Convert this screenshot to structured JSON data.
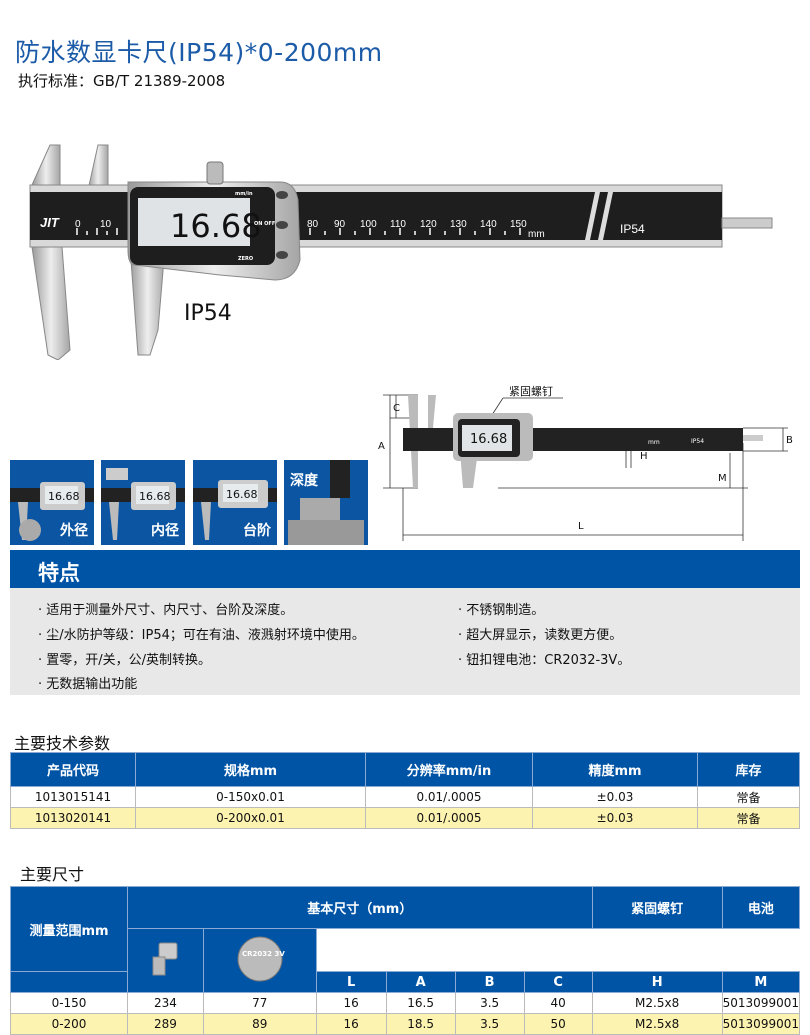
{
  "header": {
    "title": "防水数显卡尺(IP54)*0-200mm",
    "standard": "执行标准：GB/T 21389-2008"
  },
  "product_image": {
    "brand_mark": "JIT",
    "display_reading": "16.68",
    "scale_labels": [
      "0",
      "10",
      "80",
      "90",
      "100",
      "110",
      "120",
      "130",
      "140",
      "150"
    ],
    "scale_unit": "mm",
    "button_labels": {
      "unit": "mm/in",
      "power": "ON OFF",
      "zero": "ZERO"
    },
    "beam_label": "IP54",
    "caption": "IP54"
  },
  "usage_thumbnails": [
    {
      "label": "外径",
      "reading": "16.68"
    },
    {
      "label": "内径",
      "reading": "16.68"
    },
    {
      "label": "台阶",
      "reading": "16.68"
    },
    {
      "label": "深度"
    }
  ],
  "dimension_diagram": {
    "callout": "紧固螺钉",
    "reading": "16.68",
    "beam_label": "IP54",
    "unit": "mm",
    "dims": {
      "A": "A",
      "B": "B",
      "C": "C",
      "H": "H",
      "M": "M",
      "L": "L"
    }
  },
  "features": {
    "heading": "特点",
    "left": [
      "· 适用于测量外尺寸、内尺寸、台阶及深度。",
      "· 尘/水防护等级：IP54；可在有油、液溅射环境中使用。",
      "· 置零，开/关，公/英制转换。",
      "· 无数据输出功能"
    ],
    "right": [
      "· 不锈钢制造。",
      "· 超大屏显示，读数更方便。",
      "· 钮扣锂电池：CR2032-3V。"
    ]
  },
  "specs": {
    "title": "主要技术参数",
    "headers": [
      "产品代码",
      "规格mm",
      "分辨率mm/in",
      "精度mm",
      "库存"
    ],
    "rows": [
      [
        "1013015141",
        "0-150x0.01",
        "0.01/.0005",
        "±0.03",
        "常备"
      ],
      [
        "1013020141",
        "0-200x0.01",
        "0.01/.0005",
        "±0.03",
        "常备"
      ]
    ]
  },
  "dimensions": {
    "title": "主要尺寸",
    "range_header": "测量范围mm",
    "basic_header": "基本尺寸（mm）",
    "screw_header": "紧固螺钉",
    "battery_header": "电池",
    "battery_icon_text": "CR2032 3V",
    "sub_headers": [
      "L",
      "A",
      "B",
      "C",
      "H",
      "M"
    ],
    "rows": [
      [
        "0-150",
        "234",
        "77",
        "16",
        "16.5",
        "3.5",
        "40",
        "M2.5x8",
        "5013099001"
      ],
      [
        "0-200",
        "289",
        "89",
        "16",
        "18.5",
        "3.5",
        "50",
        "M2.5x8",
        "5013099001"
      ]
    ]
  }
}
